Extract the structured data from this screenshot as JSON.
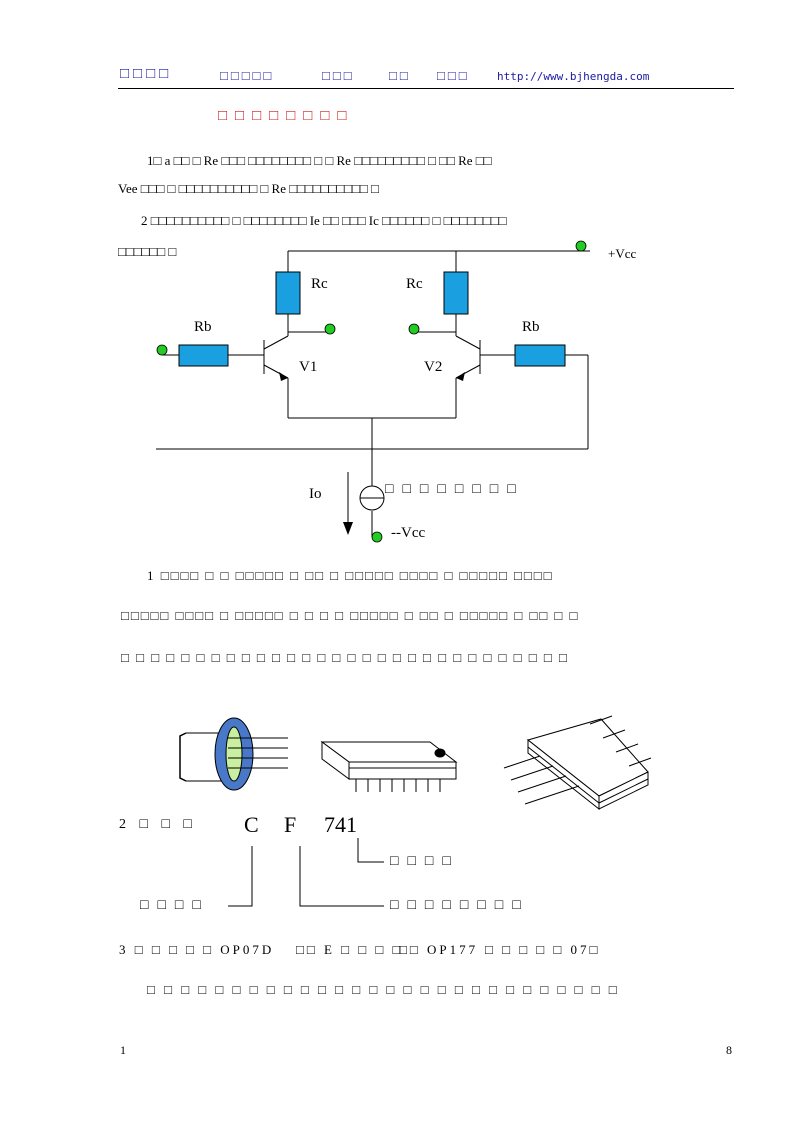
{
  "header": {
    "logo": "□□□□",
    "company": "□□□□□",
    "group1": "□□□",
    "group2": "□□",
    "group3": "□□□",
    "url": "http://www.bjhengda.com"
  },
  "section_title": "□□□□□□□□",
  "para1": {
    "line1": "1□  a □□ □ Re □□□  □□□□□□□□   □ □  Re □□□□□□□□□   □ □□  Re □□",
    "line2": "Vee □□□  □ □□□□□□□□□□    □ Re □□□□□□□□□□    □"
  },
  "para2": {
    "line1": "2 □□□□□□□□□□     □ □□□□□□□□   Ie □□ □□□  Ic □□□□□□   □ □□□□□□□□",
    "line2": "□□□□□□   □"
  },
  "circuit": {
    "vcc_pos": "+Vcc",
    "vcc_neg": "--Vcc",
    "rc_left": "Rc",
    "rc_right": "Rc",
    "rb_left": "Rb",
    "rb_right": "Rb",
    "v1": "V1",
    "v2": "V2",
    "io": "Io",
    "source_label": "□□□□□□□□"
  },
  "para3": {
    "line1": "1      □□□□   □ □ □□□□□   □ □□  □ □□□□□   □□□□  □ □□□□□   □□□□",
    "line2": "□□□□□   □□□□  □ □□□□□   □ □ □ □ □□□□□    □ □□  □ □□□□□    □ □□  □ □",
    "line3": "□ □ □ □ □ □ □ □ □ □ □ □ □ □ □ □ □ □ □ □ □ □ □ □ □ □ □ □ □ □"
  },
  "part_number": {
    "prefix": "2  □ □ □",
    "c": "C",
    "f": "F",
    "num": "741",
    "label_num": "□□□□",
    "label_c": "□□□□",
    "label_f": "□□□□□□□□"
  },
  "para4": {
    "line1_a": "3  □ □ □ □ □ OP07D",
    "line1_b": "□□ E □ □ □ □",
    "line1_c": "□□  OP177",
    "line1_d": "□ □ □ □ □  07□",
    "line2": "□ □ □ □ □ □ □ □ □ □ □ □ □ □ □ □ □ □ □ □ □ □ □ □ □ □ □ □"
  },
  "footer": {
    "left": "1",
    "right": "8"
  },
  "colors": {
    "header_blue": "#1a1aa0",
    "title_red": "#d01818",
    "resistor_fill": "#1aa0e0",
    "node_green": "#22cc22",
    "package_blue": "#4a78c8",
    "package_green": "#c8f0a0"
  }
}
